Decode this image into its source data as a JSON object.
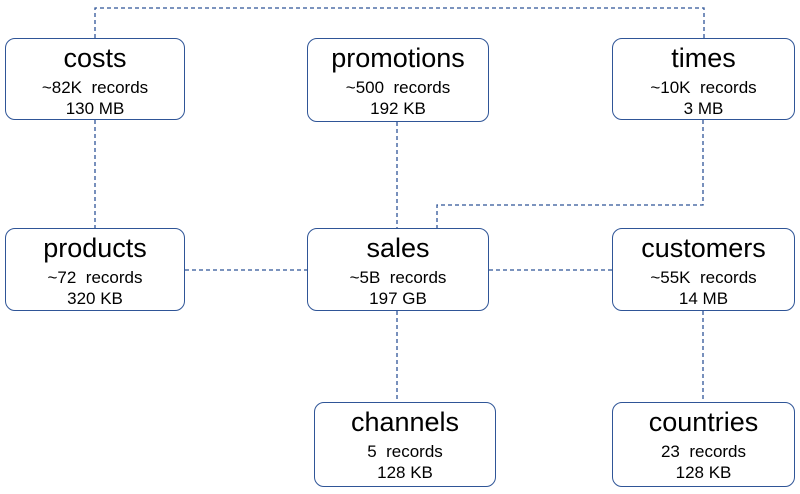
{
  "diagram": {
    "line_color": "#2f5597",
    "border_color": "#2f5597",
    "nodes": {
      "costs": {
        "name": "costs",
        "records": "~82K  records",
        "size": "130 MB"
      },
      "promotions": {
        "name": "promotions",
        "records": "~500  records",
        "size": "192 KB"
      },
      "times": {
        "name": "times",
        "records": "~10K  records",
        "size": "3 MB"
      },
      "products": {
        "name": "products",
        "records": "~72  records",
        "size": "320 KB"
      },
      "sales": {
        "name": "sales",
        "records": "~5B  records",
        "size": "197 GB"
      },
      "customers": {
        "name": "customers",
        "records": "~55K  records",
        "size": "14 MB"
      },
      "channels": {
        "name": "channels",
        "records": "5  records",
        "size": "128 KB"
      },
      "countries": {
        "name": "countries",
        "records": "23  records",
        "size": "128 KB"
      }
    },
    "edges": [
      {
        "from": "costs",
        "to": "times"
      },
      {
        "from": "costs",
        "to": "products"
      },
      {
        "from": "promotions",
        "to": "sales"
      },
      {
        "from": "times",
        "to": "sales"
      },
      {
        "from": "products",
        "to": "sales"
      },
      {
        "from": "sales",
        "to": "customers"
      },
      {
        "from": "sales",
        "to": "channels"
      },
      {
        "from": "customers",
        "to": "countries"
      }
    ]
  }
}
